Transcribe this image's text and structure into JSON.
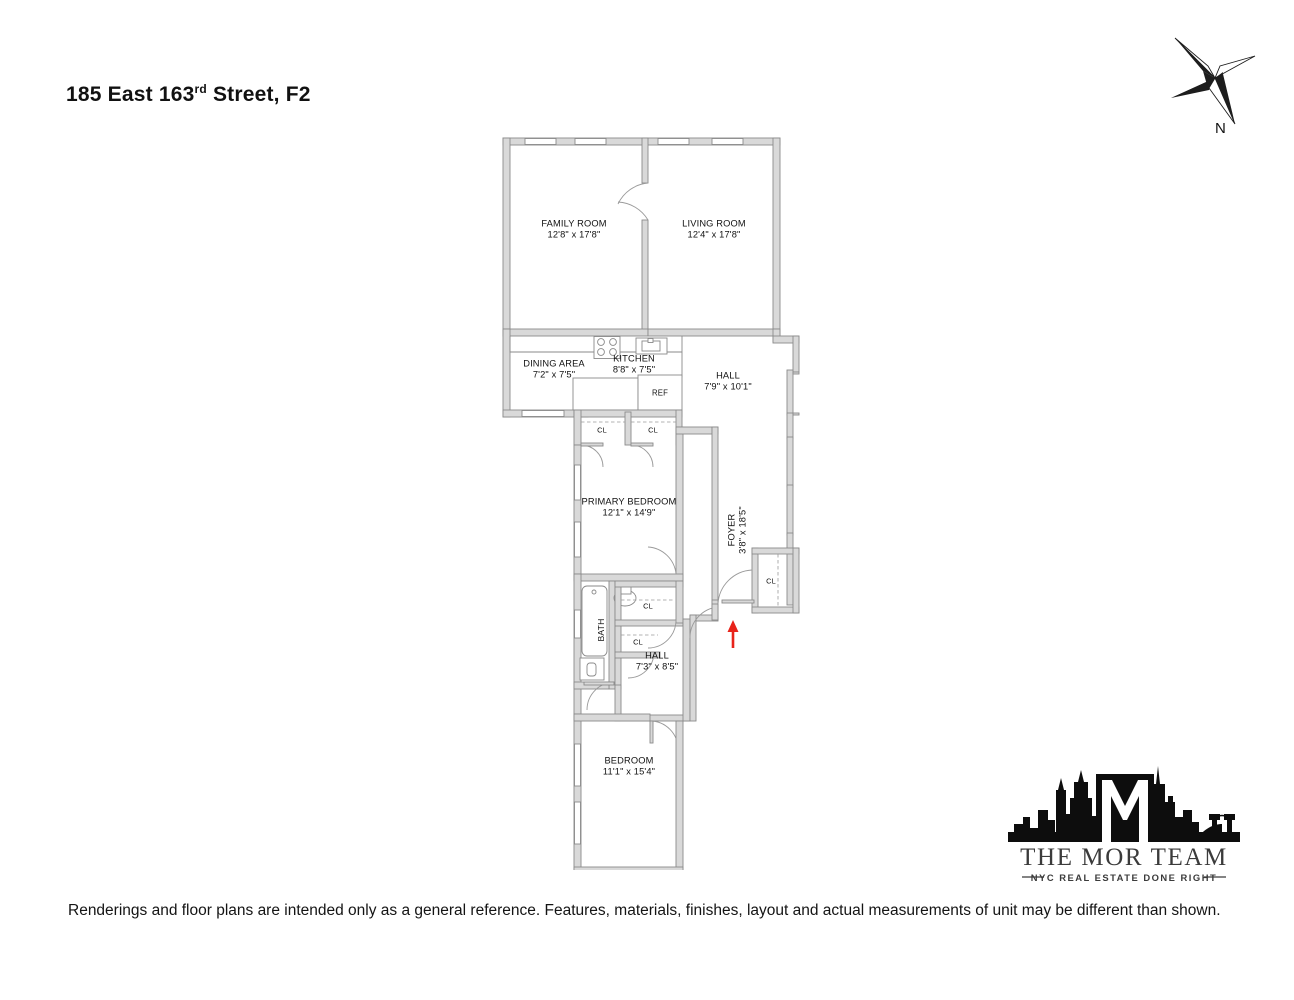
{
  "header": {
    "address_prefix": "185 East 163",
    "address_ordinal": "rd",
    "address_suffix": " Street, F2"
  },
  "compass": {
    "icon": "compass-rose-icon",
    "north_label": "N"
  },
  "floorplan": {
    "rooms": [
      {
        "id": "family-room",
        "name": "FAMILY ROOM",
        "dimensions": "12'8\" x 17'8\""
      },
      {
        "id": "living-room",
        "name": "LIVING ROOM",
        "dimensions": "12'4\" x 17'8\""
      },
      {
        "id": "dining-area",
        "name": "DINING AREA",
        "dimensions": "7'2\" x 7'5\""
      },
      {
        "id": "kitchen",
        "name": "KITCHEN",
        "dimensions": "8'8\" x 7'5\""
      },
      {
        "id": "hall-upper",
        "name": "HALL",
        "dimensions": "7'9\" x 10'1\""
      },
      {
        "id": "primary-bedroom",
        "name": "PRIMARY BEDROOM",
        "dimensions": "12'1\" x 14'9\""
      },
      {
        "id": "foyer",
        "name": "FOYER",
        "dimensions": "3'8\" x 18'5\""
      },
      {
        "id": "hall-lower",
        "name": "HALL",
        "dimensions": "7'3\" x 8'5\""
      },
      {
        "id": "bedroom",
        "name": "BEDROOM",
        "dimensions": "11'1\" x 15'4\""
      }
    ],
    "bath_label": "BATH",
    "refrigerator_label": "REF",
    "closet_labels": [
      "CL",
      "CL",
      "CL",
      "CL",
      "CL"
    ],
    "entry_arrow": {
      "name": "entry-arrow",
      "color": "#e8231a"
    },
    "wall_fill": "#d9d9d9",
    "wall_stroke": "#8a8a8a"
  },
  "logo": {
    "monogram": "M",
    "name": "THE MOR TEAM",
    "tagline": "NYC REAL ESTATE DONE RIGHT"
  },
  "disclaimer": {
    "text": "Renderings and floor plans are intended only as a general reference. Features, materials, finishes, layout and actual measurements of unit may be different than shown."
  }
}
